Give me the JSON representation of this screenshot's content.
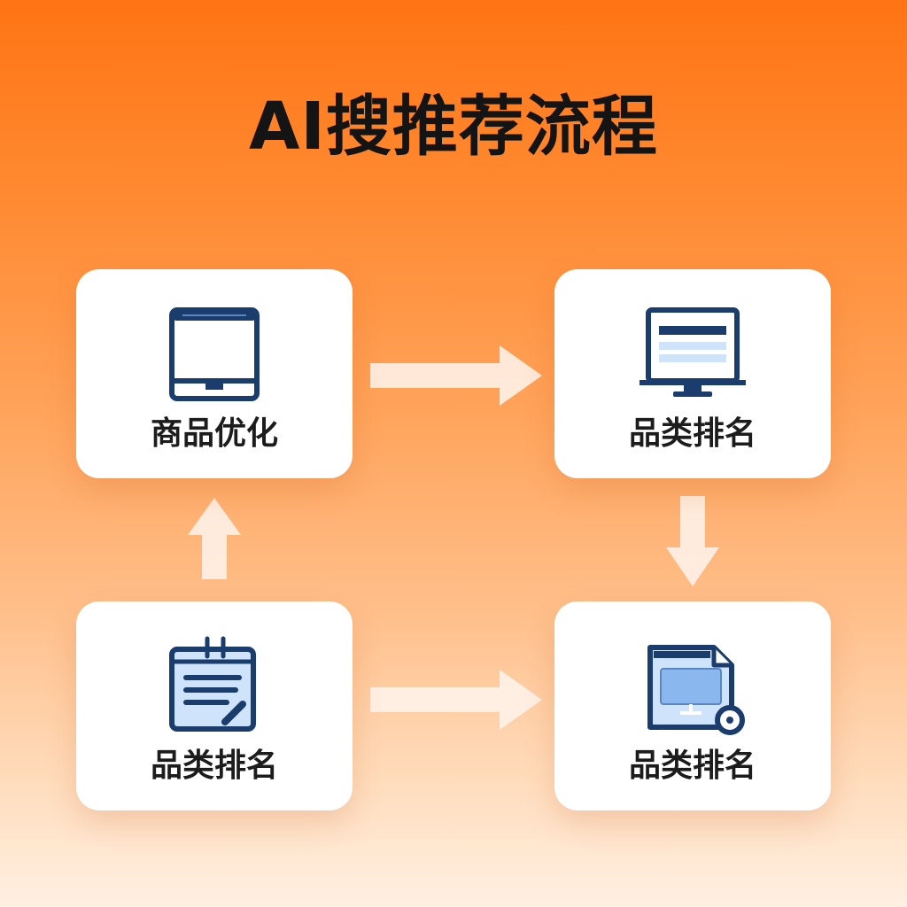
{
  "title": "AI搜推荐流程",
  "colors": {
    "icon_stroke": "#1a3d6e",
    "icon_fill_light": "#cfe3fb",
    "icon_fill_mid": "#8ab8ee",
    "arrow": "#fff3ea"
  },
  "nodes": [
    {
      "label": "商品优化",
      "icon": "monitor-icon"
    },
    {
      "label": "品类排名",
      "icon": "desktop-monitor-icon"
    },
    {
      "label": "品类排名",
      "icon": "notepad-edit-icon"
    },
    {
      "label": "品类排名",
      "icon": "document-monitor-icon"
    }
  ],
  "edges": [
    {
      "from": 0,
      "to": 1,
      "direction": "right"
    },
    {
      "from": 1,
      "to": 3,
      "direction": "down"
    },
    {
      "from": 2,
      "to": 3,
      "direction": "right"
    },
    {
      "from": 2,
      "to": 0,
      "direction": "up"
    }
  ]
}
